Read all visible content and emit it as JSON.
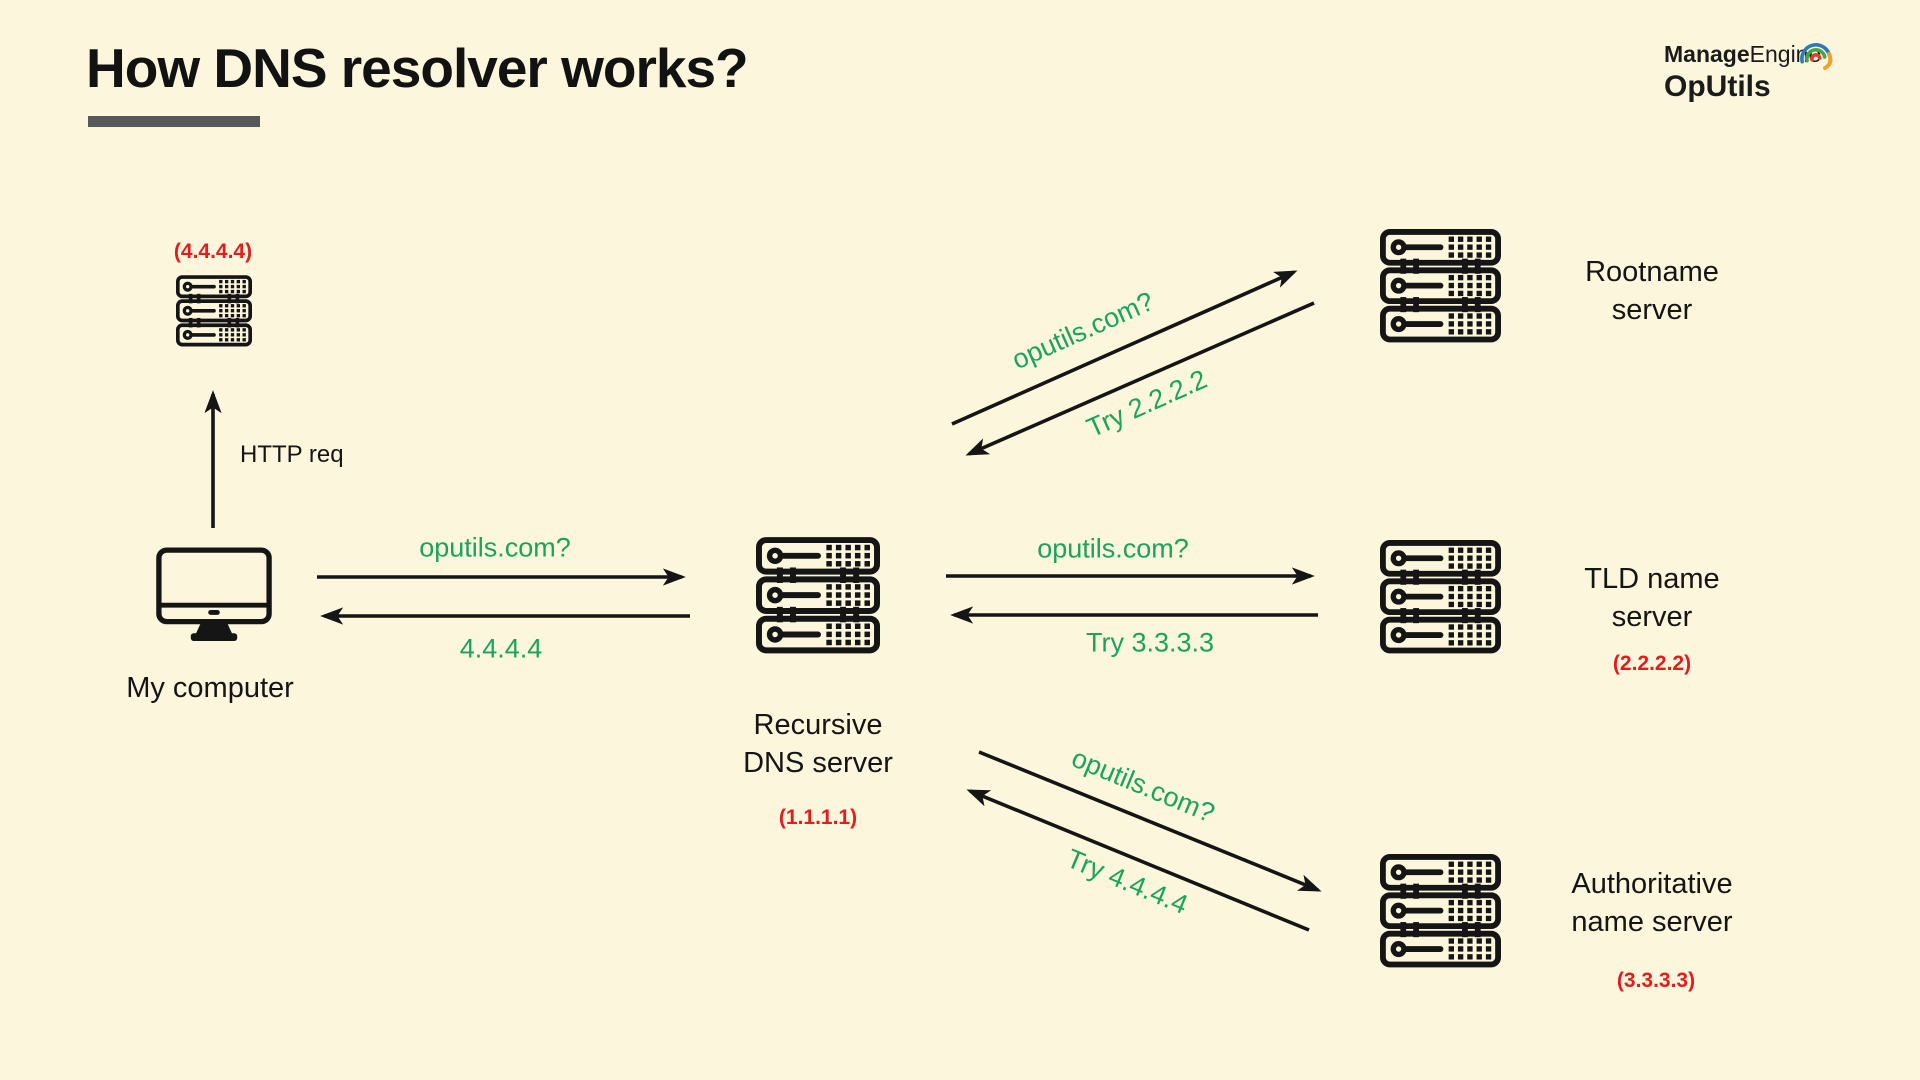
{
  "page": {
    "background_color": "#FBF6DC",
    "accent_green": "#1AA45B",
    "accent_red": "#E31D1D",
    "ink_color": "#151515"
  },
  "header": {
    "title": "How DNS resolver works?",
    "logo": {
      "brand_bold": "Manage",
      "brand_rest": "Engine",
      "product": "OpUtils"
    }
  },
  "icons": {
    "server": "server-rack-icon",
    "computer": "desktop-computer-icon",
    "logo_swoosh": "manageengine-swoosh-icon"
  },
  "nodes": {
    "local_dns": {
      "ip": "(4.4.4.4)"
    },
    "my_computer": {
      "label": "My computer"
    },
    "recursive_dns": {
      "line1": "Recursive",
      "line2": "DNS server",
      "ip": "(1.1.1.1)"
    },
    "rootname": {
      "line1": "Rootname",
      "line2": "server"
    },
    "tld": {
      "line1": "TLD name",
      "line2": "server",
      "ip": "(2.2.2.2)"
    },
    "authoritative": {
      "line1": "Authoritative",
      "line2": "name server",
      "ip": "(3.3.3.3)"
    }
  },
  "edges": {
    "http_request": {
      "label": "HTTP req"
    },
    "computer_to_recursive": {
      "label": "oputils.com?"
    },
    "recursive_to_computer": {
      "label": "4.4.4.4"
    },
    "recursive_to_root": {
      "label": "oputils.com?"
    },
    "root_to_recursive": {
      "label": "Try 2.2.2.2"
    },
    "recursive_to_tld": {
      "label": "oputils.com?"
    },
    "tld_to_recursive": {
      "label": "Try 3.3.3.3"
    },
    "recursive_to_authoritative": {
      "label": "oputils.com?"
    },
    "authoritative_to_recursive": {
      "label": "Try 4.4.4.4"
    }
  }
}
